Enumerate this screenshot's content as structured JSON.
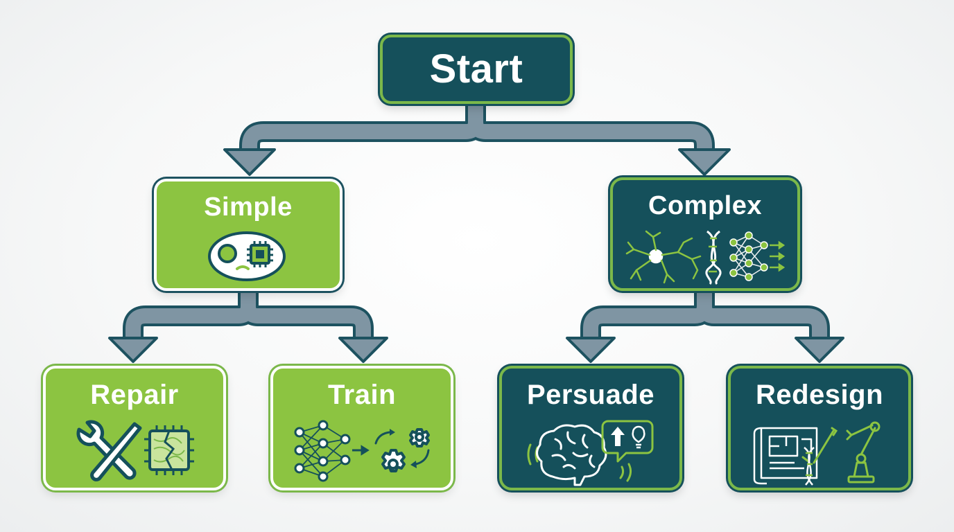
{
  "nodes": {
    "start": {
      "label": "Start"
    },
    "simple": {
      "label": "Simple",
      "icon": "cell-chip-icon"
    },
    "complex": {
      "label": "Complex",
      "icon": "neuron-dna-network-icon"
    },
    "repair": {
      "label": "Repair",
      "icon": "wrench-scalpel-chip-icon"
    },
    "train": {
      "label": "Train",
      "icon": "network-gears-icon"
    },
    "persuade": {
      "label": "Persuade",
      "icon": "brain-speech-icon"
    },
    "redesign": {
      "label": "Redesign",
      "icon": "blueprint-dna-robot-arm-icon"
    }
  },
  "colors": {
    "dark_teal": "#15505b",
    "lime_green": "#8cc441",
    "accent_green": "#7bb84a",
    "connector_fill": "#7f95a3",
    "connector_outline": "#1d5260"
  }
}
